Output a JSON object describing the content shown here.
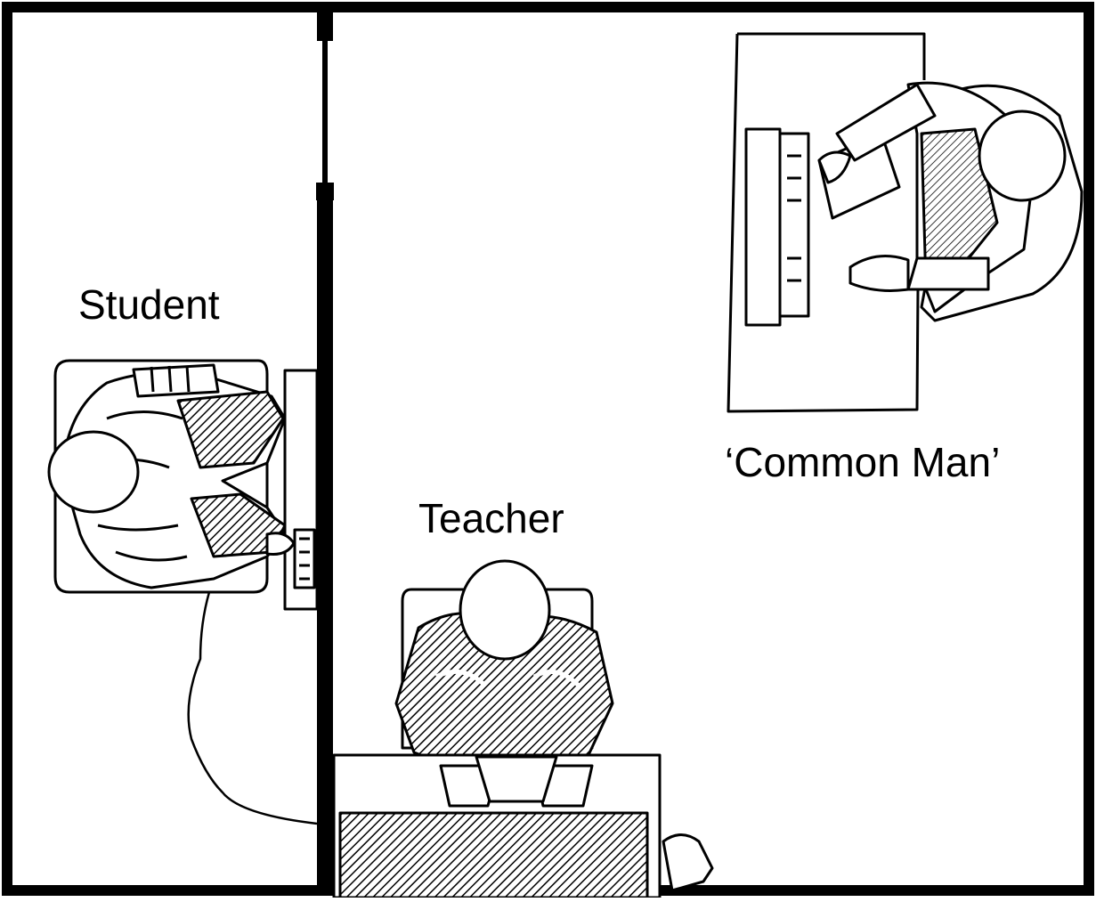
{
  "labels": {
    "student": "Student",
    "teacher": "Teacher",
    "common_man": "‘Common Man’"
  },
  "colors": {
    "ink": "#000000",
    "paper": "#ffffff"
  }
}
